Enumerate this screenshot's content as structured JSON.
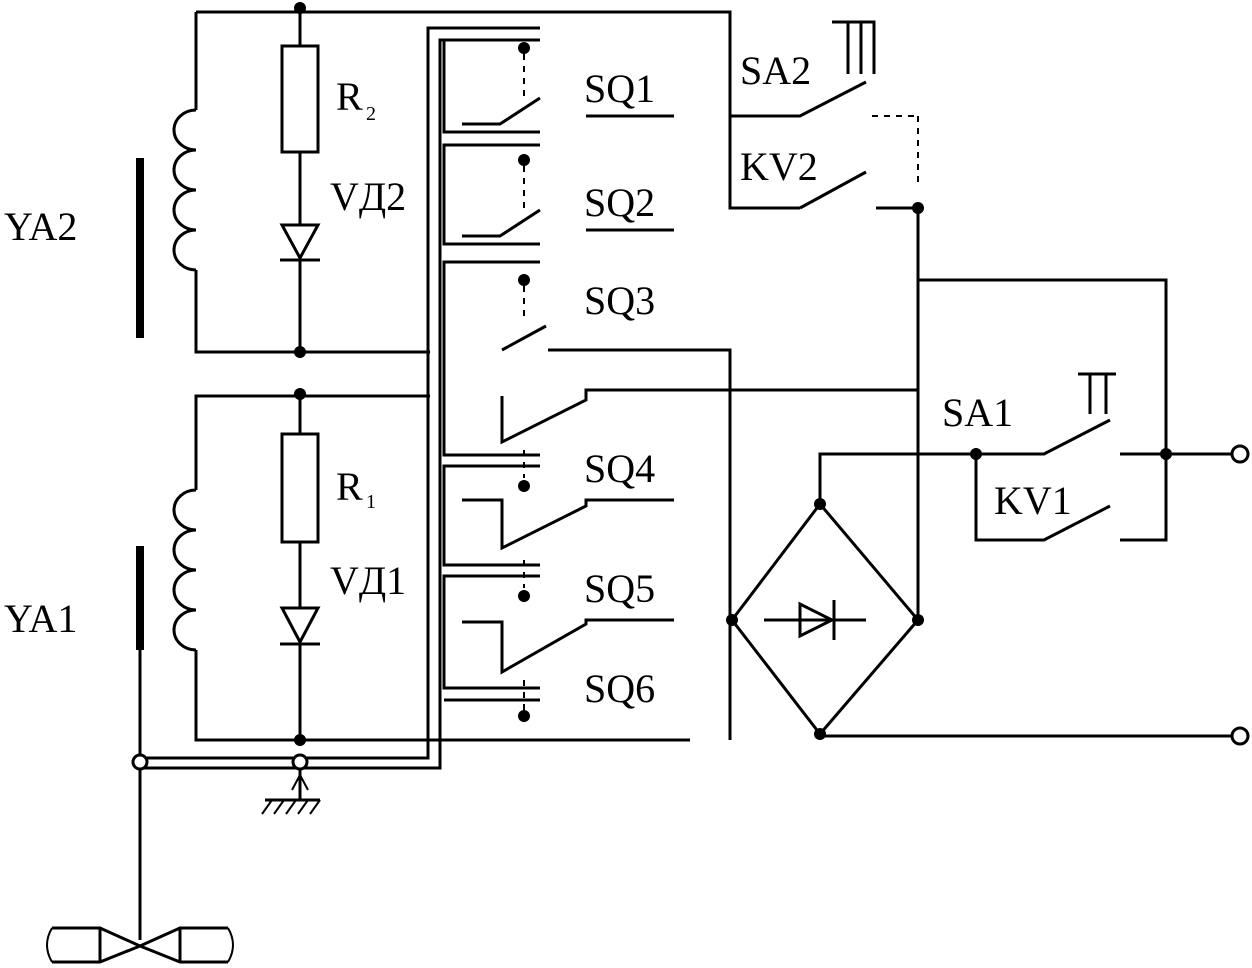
{
  "labels": {
    "ya2": "YA2",
    "ya1": "YA1",
    "r2_letter": "R",
    "r2_sub": "2",
    "r1_letter": "R",
    "r1_sub": "1",
    "vd2": "VД2",
    "vd1": "VД1",
    "sq1": "SQ1",
    "sq2": "SQ2",
    "sq3": "SQ3",
    "sq4": "SQ4",
    "sq5": "SQ5",
    "sq6": "SQ6",
    "sa2": "SA2",
    "kv2": "KV2",
    "sa1": "SA1",
    "kv1": "KV1"
  }
}
